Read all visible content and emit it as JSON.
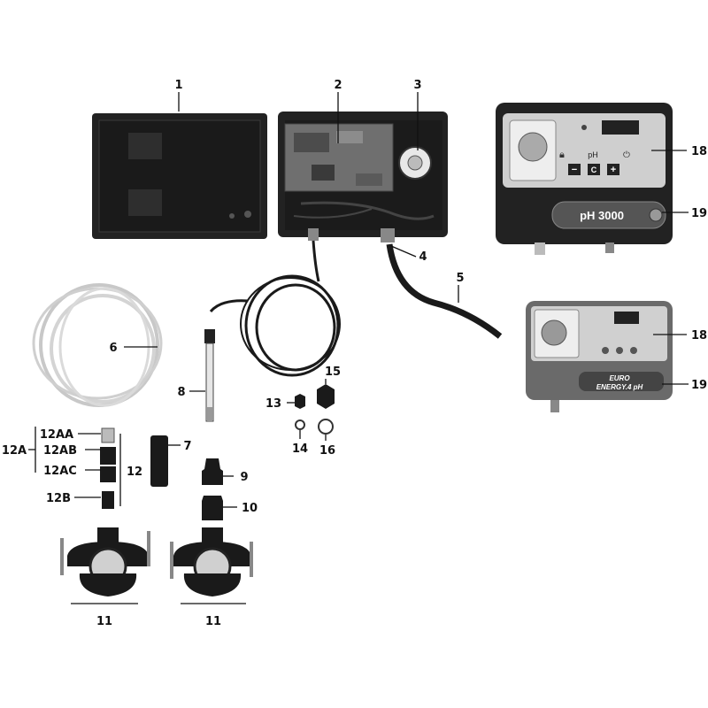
{
  "callouts": {
    "c1": "1",
    "c2": "2",
    "c3": "3",
    "c4": "4",
    "c5": "5",
    "c6": "6",
    "c7": "7",
    "c8": "8",
    "c9": "9",
    "c10": "10",
    "c11a": "11",
    "c11b": "11",
    "c12": "12",
    "c12a": "12A",
    "c12aa": "12AA",
    "c12ab": "12AB",
    "c12ac": "12AC",
    "c12b": "12B",
    "c13": "13",
    "c14": "14",
    "c15": "15",
    "c16": "16",
    "c18a": "18",
    "c19a": "19",
    "c18b": "18",
    "c19b": "19"
  },
  "ph3000": {
    "model": "pH 3000",
    "param": "pH",
    "btn_minus": "−",
    "btn_c": "C",
    "btn_plus": "+"
  },
  "euro": {
    "line1": "EURO",
    "line2": "ENERGY.4 pH"
  }
}
